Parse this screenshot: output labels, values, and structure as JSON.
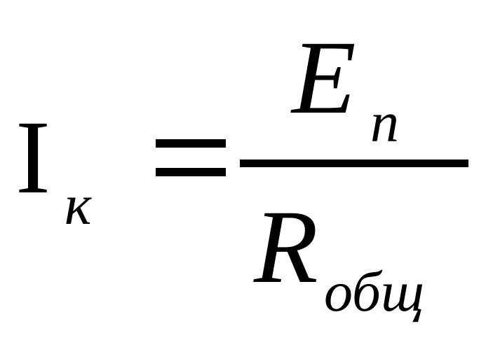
{
  "formula": {
    "lhs": {
      "main": "I",
      "sub": "к"
    },
    "relation": "=",
    "numerator": {
      "main": "E",
      "sub": "n"
    },
    "denominator": {
      "main": "R",
      "sub": "общ"
    }
  }
}
